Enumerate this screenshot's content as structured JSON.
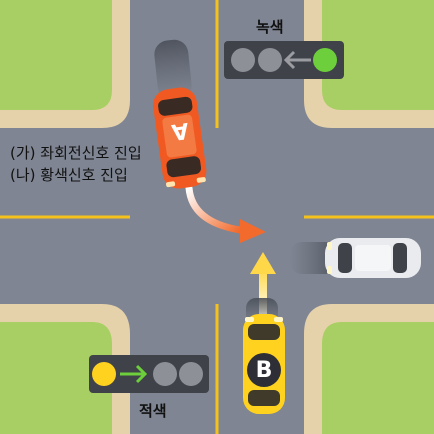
{
  "top_signal": {
    "caption": "녹색",
    "state": "green",
    "lamps": [
      "gray",
      "gray",
      "left-arrow",
      "green"
    ]
  },
  "bottom_signal": {
    "caption": "적색",
    "state": "yellow",
    "lamps": [
      "yellow",
      "right-arrow",
      "gray",
      "gray"
    ]
  },
  "conditions": {
    "a": "(가) 좌회전신호 진입",
    "b": "(나) 황색신호 진입"
  },
  "vehicles": {
    "car_a": {
      "label": "A",
      "color": "#f05a22"
    },
    "car_b": {
      "label": "B",
      "color": "#ffd21f"
    },
    "car_white": {
      "label": "",
      "color": "#e9ebee"
    }
  },
  "colors": {
    "road": "#7f8592",
    "grass": "#a8cf63",
    "sidewalk": "#e6d2aa",
    "lane_line": "#f4c21a",
    "signal_green": "#6ccf3b",
    "signal_yellow": "#ffd21f",
    "signal_off": "#8e9097",
    "signal_housing": "#3f4249",
    "turn_arrow": "#f26b2d",
    "straight_arrow": "#ffe07a"
  }
}
